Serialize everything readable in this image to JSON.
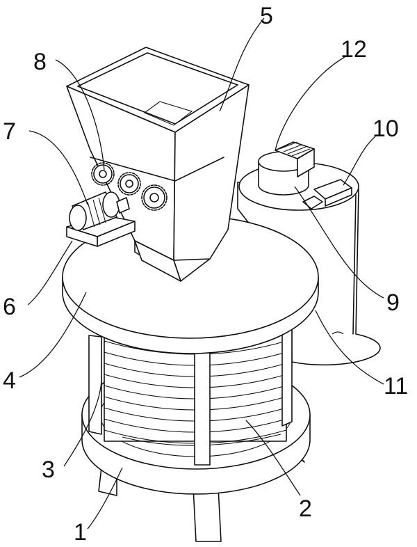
{
  "diagram": {
    "parts": [
      {
        "id": "1",
        "label": "1"
      },
      {
        "id": "2",
        "label": "2"
      },
      {
        "id": "3",
        "label": "3"
      },
      {
        "id": "4",
        "label": "4"
      },
      {
        "id": "5",
        "label": "5"
      },
      {
        "id": "6",
        "label": "6"
      },
      {
        "id": "7",
        "label": "7"
      },
      {
        "id": "8",
        "label": "8"
      },
      {
        "id": "9",
        "label": "9"
      },
      {
        "id": "10",
        "label": "10"
      },
      {
        "id": "11",
        "label": "11"
      },
      {
        "id": "12",
        "label": "12"
      }
    ]
  },
  "colors": {
    "line": "#111111",
    "background": "#ffffff"
  }
}
